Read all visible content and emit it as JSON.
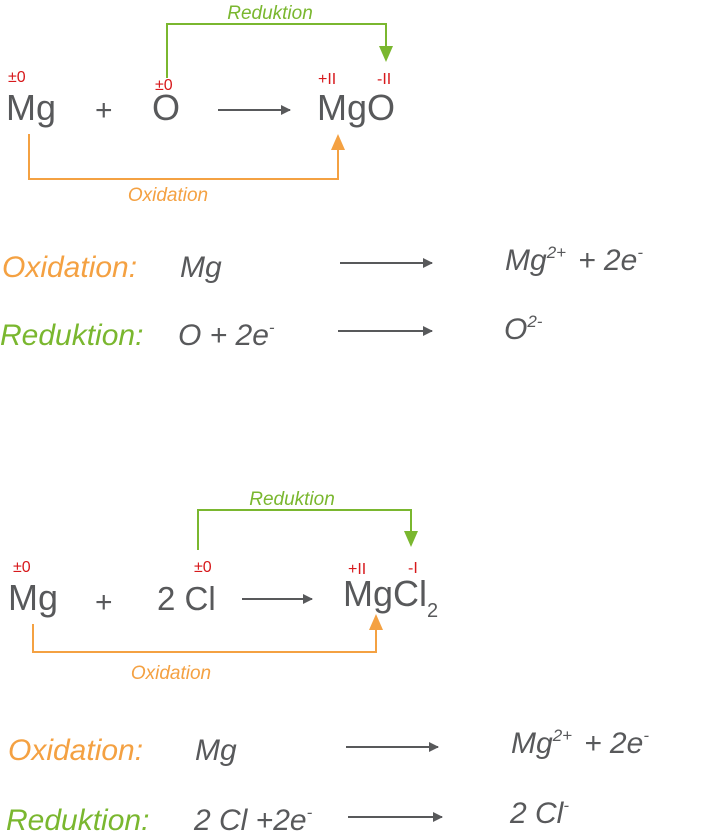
{
  "colors": {
    "text": "#58595b",
    "oxidation_state": "#d7191c",
    "oxidation": "#f4a142",
    "reduktion": "#7ab72f"
  },
  "reaction1": {
    "arrow_label_reduktion": "Reduktion",
    "arrow_label_oxidation": "Oxidation",
    "ox_mg": "±0",
    "ox_o": "±0",
    "ox_mg_product": "+II",
    "ox_o_product": "-II",
    "reactant1": "Mg",
    "plus": "+",
    "reactant2": "O",
    "product": "MgO",
    "oxidation_label": "Oxidation:",
    "oxidation_left": "Mg",
    "oxidation_right_base": "Mg",
    "oxidation_right_sup": "2+",
    "oxidation_right_extra": "+ 2e",
    "oxidation_right_extra_sup": "-",
    "reduktion_label": "Reduktion:",
    "reduktion_left": "O  + 2e",
    "reduktion_left_sup": "-",
    "reduktion_right_base": "O",
    "reduktion_right_sup": "2-"
  },
  "reaction2": {
    "arrow_label_reduktion": "Reduktion",
    "arrow_label_oxidation": "Oxidation",
    "ox_mg": "±0",
    "ox_cl": "±0",
    "ox_mg_product": "+II",
    "ox_cl_product": "-I",
    "reactant1": "Mg",
    "plus": "+",
    "reactant2": "2 Cl",
    "product": "MgCl",
    "product_sub": "2",
    "oxidation_label": "Oxidation:",
    "oxidation_left": "Mg",
    "oxidation_right_base": "Mg",
    "oxidation_right_sup": "2+",
    "oxidation_right_extra": "+ 2e",
    "oxidation_right_extra_sup": "-",
    "reduktion_label": "Reduktion:",
    "reduktion_left": "2 Cl  +2e",
    "reduktion_left_sup": "-",
    "reduktion_right_base": "2 Cl",
    "reduktion_right_sup": "-"
  }
}
